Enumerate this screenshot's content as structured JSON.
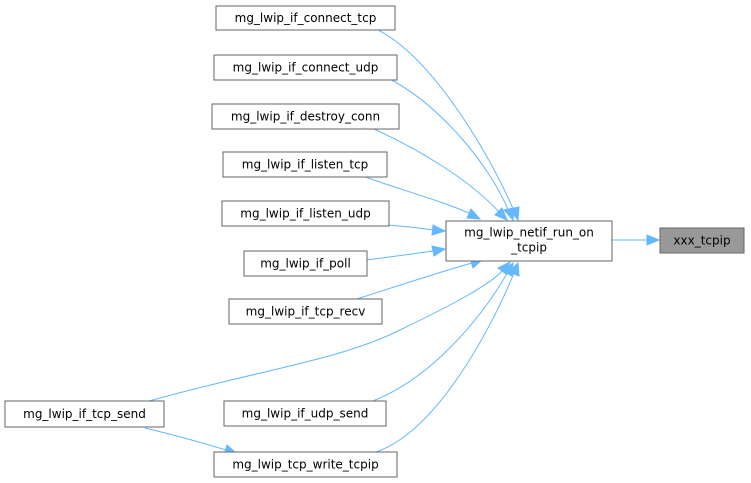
{
  "nodes": {
    "connect_tcp": "mg_lwip_if_connect_tcp",
    "connect_udp": "mg_lwip_if_connect_udp",
    "destroy_conn": "mg_lwip_if_destroy_conn",
    "listen_tcp": "mg_lwip_if_listen_tcp",
    "listen_udp": "mg_lwip_if_listen_udp",
    "poll": "mg_lwip_if_poll",
    "tcp_recv": "mg_lwip_if_tcp_recv",
    "tcp_send": "mg_lwip_if_tcp_send",
    "udp_send": "mg_lwip_if_udp_send",
    "tcp_write_tcpip": "mg_lwip_tcp_write_tcpip",
    "netif_run_line1": "mg_lwip_netif_run_on",
    "netif_run_line2": "_tcpip",
    "xxx_tcpip": "xxx_tcpip"
  },
  "colors": {
    "edge": "#63b8ff",
    "node_border": "#666666",
    "target_fill": "#999999"
  }
}
